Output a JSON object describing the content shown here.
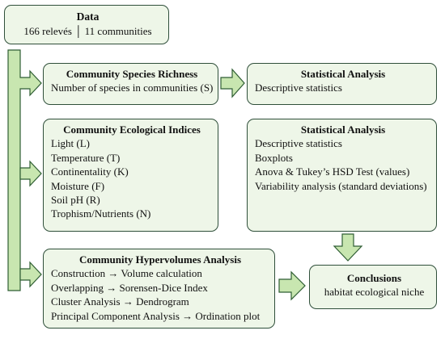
{
  "colors": {
    "box_fill": "#eef6e8",
    "box_border": "#2f4f3a",
    "arrow_fill": "#c8e6b0",
    "arrow_stroke": "#2f5e34"
  },
  "data_box": {
    "title": "Data",
    "line": "166 relevés │ 11 communities"
  },
  "richness_box": {
    "title": "Community Species Richness",
    "items": [
      "Number of species in communities (S)"
    ]
  },
  "stats_box_1": {
    "title": "Statistical Analysis",
    "items": [
      "Descriptive statistics"
    ]
  },
  "indices_box": {
    "title": "Community Ecological Indices",
    "items": [
      "Light (L)",
      "Temperature (T)",
      "Continentality (K)",
      "Moisture (F)",
      "Soil pH (R)",
      "Trophism/Nutrients (N)"
    ]
  },
  "stats_box_2": {
    "title": "Statistical Analysis",
    "items": [
      "Descriptive statistics",
      "Boxplots",
      "Anova & Tukey’s HSD Test (values)",
      "Variability analysis (standard deviations)"
    ]
  },
  "hypervolumes_box": {
    "title": "Community Hypervolumes Analysis",
    "items": [
      "Construction → Volume calculation",
      "Overlapping → Sorensen-Dice Index",
      "Cluster Analysis → Dendrogram",
      "Principal Component Analysis →  Ordination plot"
    ]
  },
  "conclusions_box": {
    "title": "Conclusions",
    "items": [
      "habitat ecological niche"
    ]
  }
}
